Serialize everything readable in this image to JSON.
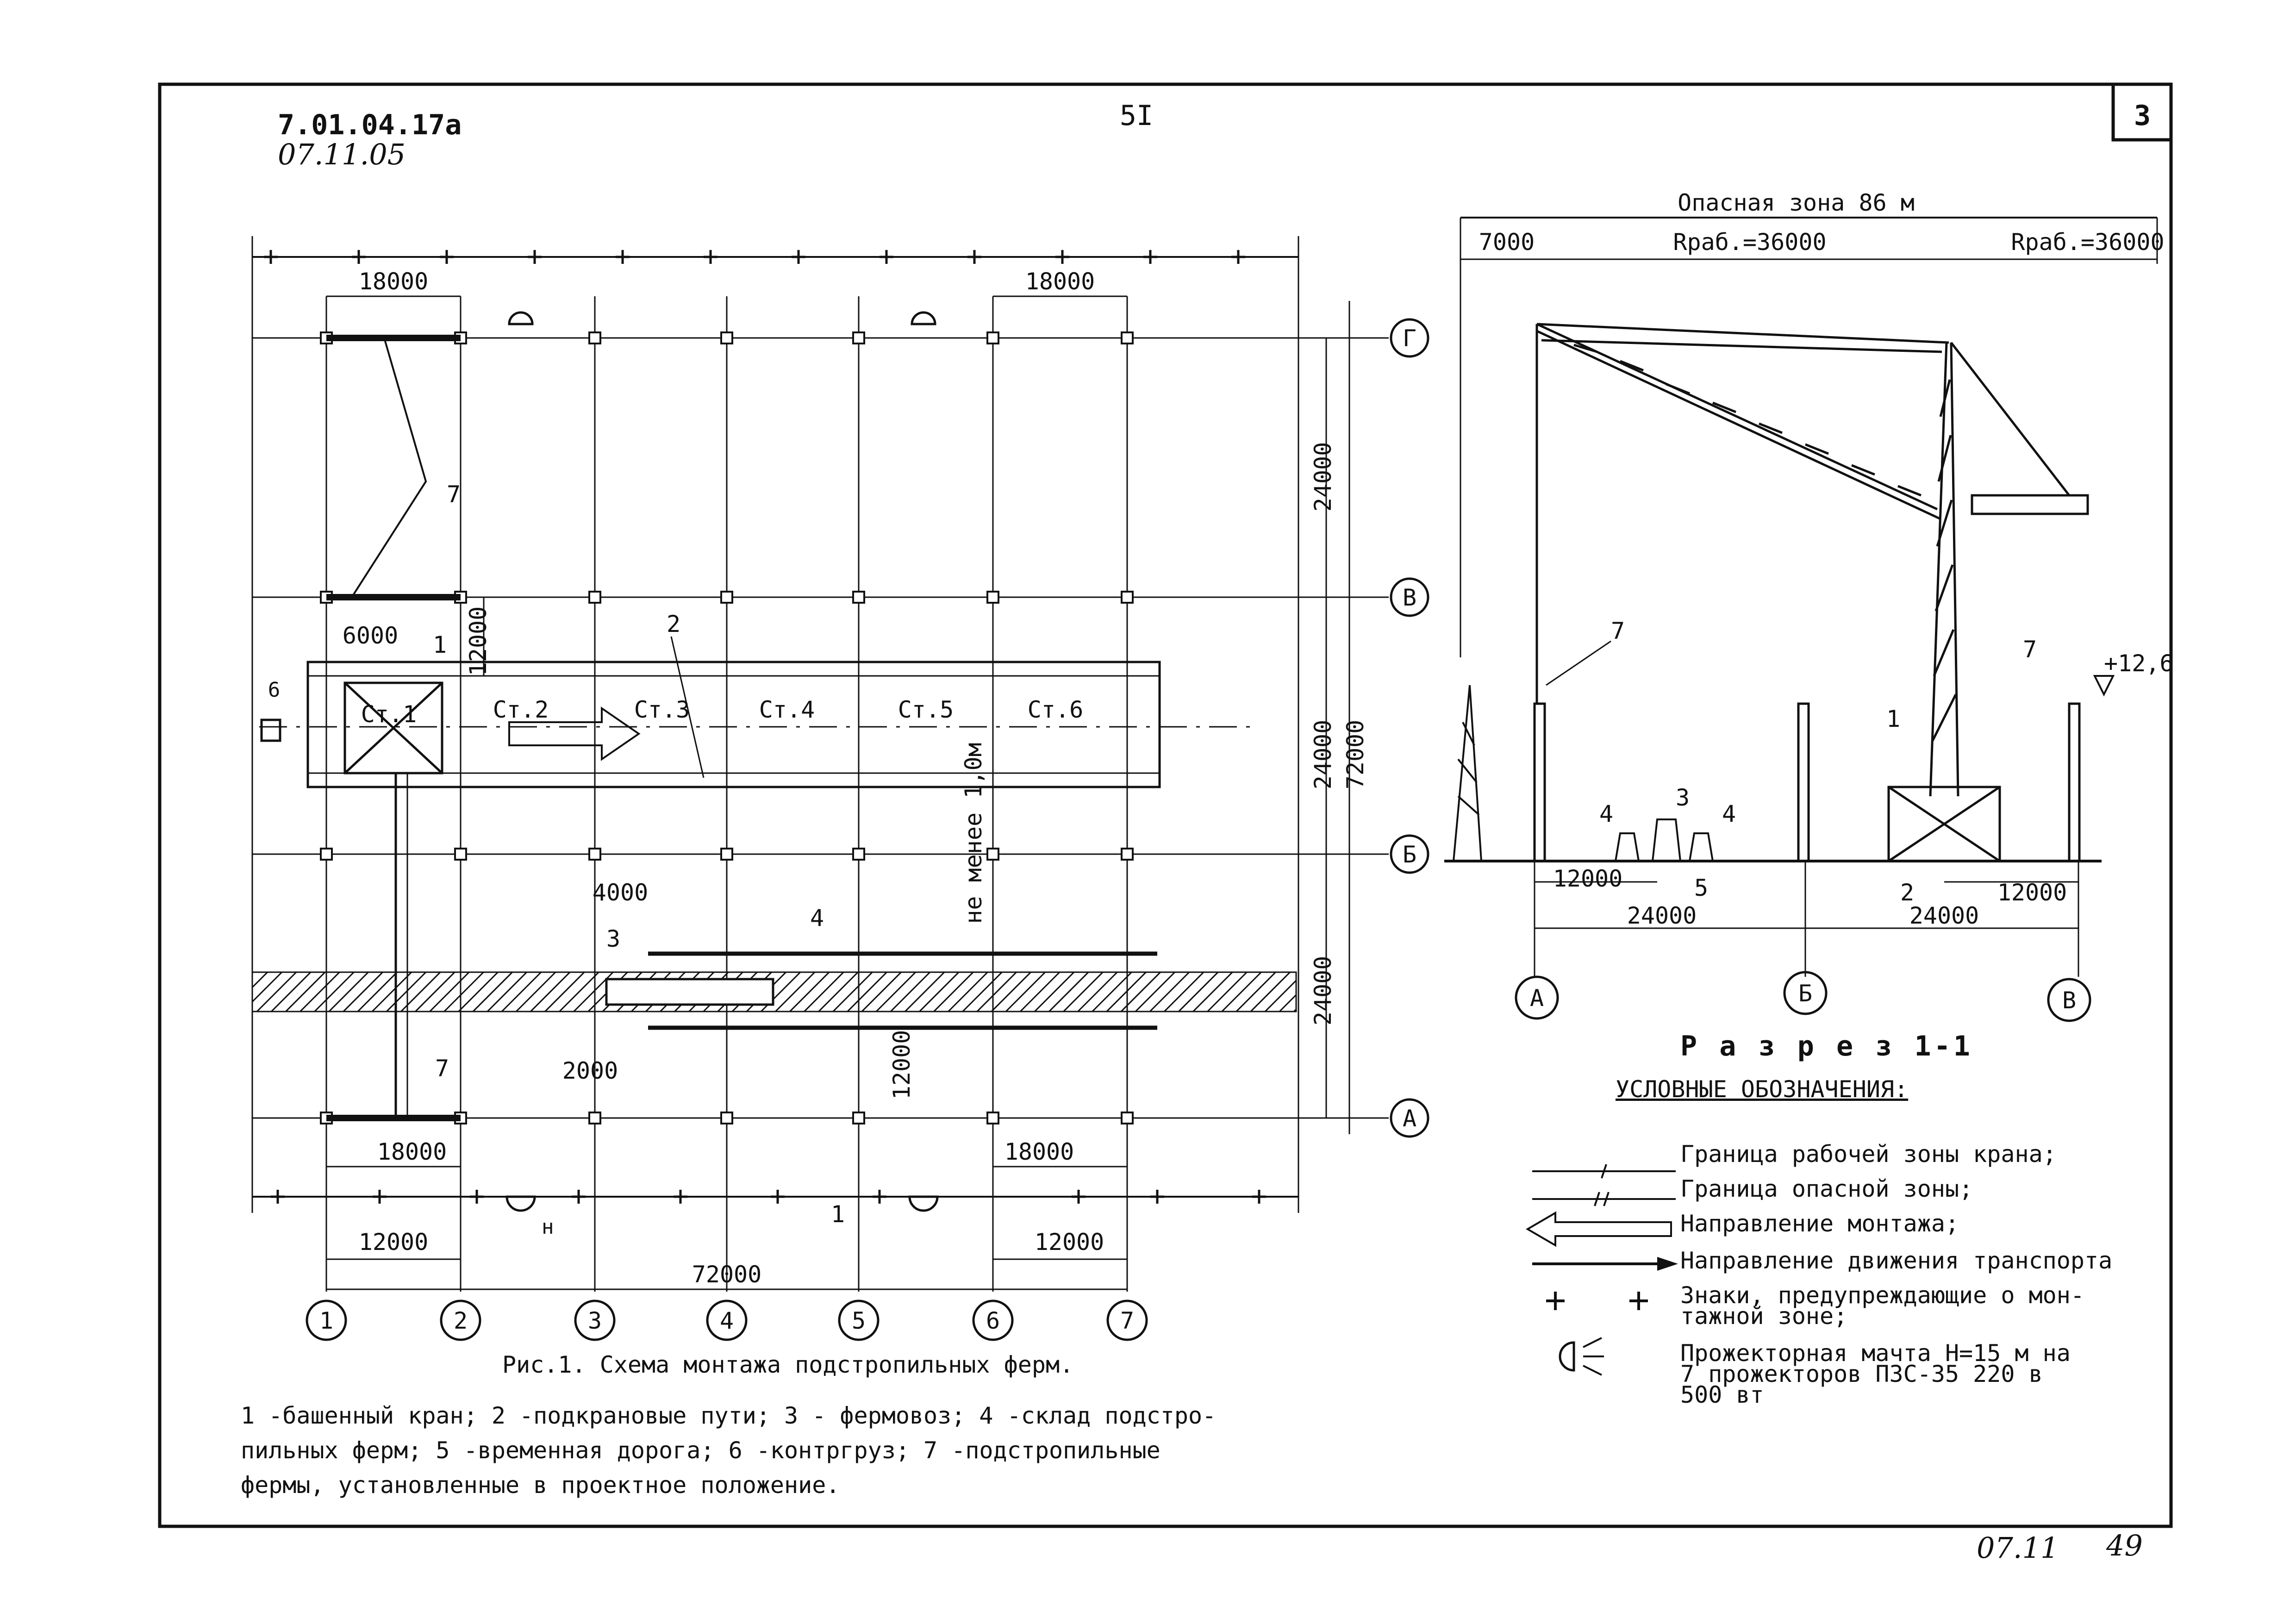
{
  "header": {
    "doc_code": "7.01.04.17а",
    "doc_date": "07.11.05",
    "page_number": "5I",
    "sheet_number": "3"
  },
  "plan": {
    "grid_columns": [
      "1",
      "2",
      "3",
      "4",
      "5",
      "6",
      "7"
    ],
    "grid_rows": [
      "Г",
      "В",
      "Б",
      "А"
    ],
    "dims": {
      "top_left_bay": "18000",
      "top_right_bay": "18000",
      "bottom_left_bay": "18000",
      "bottom_right_bay": "18000",
      "bottom_left_span": "12000",
      "bottom_right_span": "12000",
      "total_length": "72000",
      "right_top": "24000",
      "right_middle": "24000",
      "right_total": "72000",
      "right_bottom": "24000",
      "crane_offset": "6000",
      "crane_track_width": "12000",
      "store_length": "4000",
      "road_offset": "2000",
      "road_gap": "12000",
      "clearance_note": "не менее 1,0м"
    },
    "stations": [
      "Ст.1",
      "Ст.2",
      "Ст.3",
      "Ст.4",
      "Ст.5",
      "Ст.6"
    ],
    "callouts": [
      "1",
      "2",
      "3",
      "4",
      "7",
      "7"
    ],
    "section_mark": "1",
    "projector_mark": "н",
    "caption": "Рис.1.  Схема монтажа подстропильных ферм.",
    "legend_text": [
      "1 -башенный кран;  2 -подкрановые пути;  3 - фермовоз;  4 -склад подстро-",
      "пильных ферм;  5 -временная дорога;  6 -контргруз;  7 -подстропильные",
      "фермы, установленные в проектное положение."
    ]
  },
  "section": {
    "danger_zone": "Опасная зона 86 м",
    "offset": "7000",
    "radius_left": "Rраб.=36000",
    "radius_right": "Rраб.=36000",
    "elevation": "+12,6",
    "dim_a": "12000",
    "dim_b": "24000",
    "dim_c": "24000",
    "dim_d": "12000",
    "axes": [
      "А",
      "Б",
      "В"
    ],
    "callouts": [
      "7",
      "7",
      "1",
      "3",
      "4",
      "4",
      "5",
      "2"
    ],
    "title": "Р а з р е з  1-1"
  },
  "legend": {
    "title": "УСЛОВНЫЕ ОБОЗНАЧЕНИЯ:",
    "items": [
      "Граница рабочей зоны крана;",
      "Граница опасной зоны;",
      "Направление монтажа;",
      "Направление движения транспорта",
      "Знаки, предупреждающие о мон-",
      "тажной зоне;",
      "Прожекторная мачта Н=15 м на",
      "7 прожекторов ПЗС-35 220 в",
      "500 вт"
    ]
  },
  "footer": {
    "date_stamp": "07.11",
    "page_stamp": "49"
  }
}
